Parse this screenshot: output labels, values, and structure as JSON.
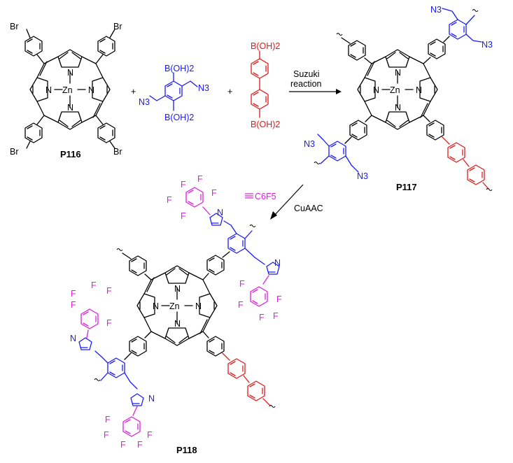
{
  "colors": {
    "bond": "#000000",
    "azide": "#1a1aff",
    "biphenyl": "#e31a1a",
    "c6f5": "#e01ee0"
  },
  "labels": {
    "p116": "P116",
    "p117": "P117",
    "p118": "P118",
    "suzuki_1": "Suzuki",
    "suzuki_2": "reaction",
    "cuaac": "CuAAC",
    "plus": "+",
    "zn": "Zn",
    "n": "N",
    "br": "Br",
    "f": "F",
    "boh2": "B(OH)2",
    "n3": "N3",
    "c6f5": "C6F5"
  }
}
